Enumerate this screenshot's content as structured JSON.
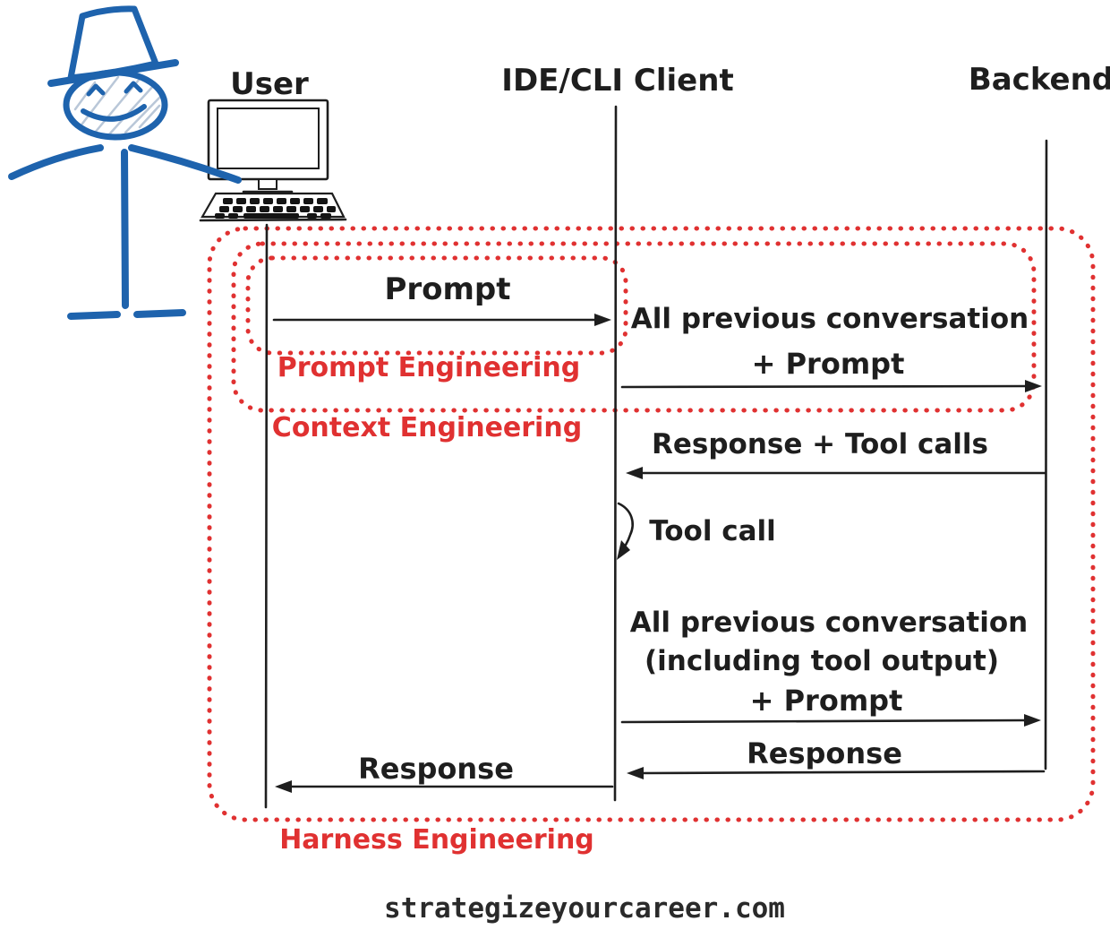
{
  "actors": {
    "user": "User",
    "client": "IDE/CLI Client",
    "backend": "Backend"
  },
  "messages": {
    "prompt": "Prompt",
    "context_line1": "All previous conversation",
    "context_plus_prompt": "+ Prompt",
    "response_tool_calls": "Response + Tool calls",
    "tool_call": "Tool call",
    "context2_line1": "All previous conversation",
    "context2_line2": "(including tool output)",
    "context2_plus_prompt": "+ Prompt",
    "response_to_client": "Response",
    "response_to_user": "Response"
  },
  "regions": {
    "prompt_engineering": "Prompt Engineering",
    "context_engineering": "Context Engineering",
    "harness_engineering": "Harness Engineering"
  },
  "footer": {
    "site": "strategizeyourcareer.com"
  },
  "colors": {
    "accent_blue": "#1c7ed6",
    "figure_blue": "#1e63ad",
    "region_red": "#e03131",
    "ink_black": "#1e1e1e"
  }
}
